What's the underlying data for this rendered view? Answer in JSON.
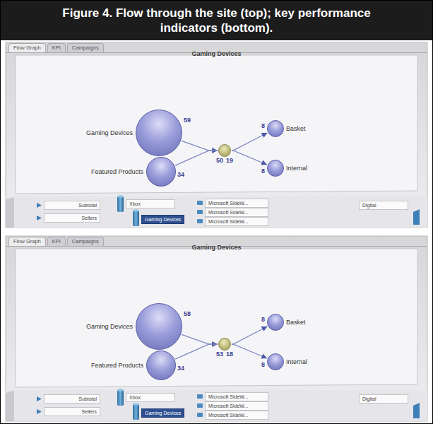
{
  "diagram": {
    "title": "Figure 4. Flow through the site (top); key performance indicators (bottom).",
    "nodes": [
      {
        "text": [
          "Gaming Devices"
        ]
      },
      {
        "text": [
          "Flow Graph"
        ],
        "in": 0
      },
      {
        "text": [
          "KPI"
        ],
        "in": 0
      },
      {
        "text": [
          "Campaigns"
        ],
        "in": 0
      },
      {
        "text": [
          "Gaming Devices",
          "59"
        ],
        "in": 0
      },
      {
        "text": [
          "Featured Products",
          "34"
        ],
        "in": 0
      },
      {
        "text": [
          "50",
          "19"
        ],
        "in": 0
      },
      {
        "text": [
          "8",
          "Basket"
        ],
        "in": 0
      },
      {
        "text": [
          "8",
          "Internal"
        ],
        "in": 0
      },
      {
        "text": [
          "Subtotal"
        ],
        "in": 0
      },
      {
        "text": [
          "Sellers"
        ],
        "in": 0
      },
      {
        "text": [
          "Xbox"
        ],
        "in": 0
      },
      {
        "text": [
          "Gaming Devices"
        ],
        "in": 0
      },
      {
        "text": [
          "Microsoft SideW..."
        ],
        "in": 0
      },
      {
        "text": [
          "Microsoft SideW..."
        ],
        "in": 0
      },
      {
        "text": [
          "Microsoft SideW..."
        ],
        "in": 0
      },
      {
        "text": [
          "Digital"
        ],
        "in": 0
      },
      {
        "text": [
          "Gaming Devices"
        ]
      },
      {
        "text": [
          "Flow Graph"
        ],
        "in": 17
      },
      {
        "text": [
          "KPI"
        ],
        "in": 17
      },
      {
        "text": [
          "Campaigns"
        ],
        "in": 17
      },
      {
        "text": [
          "Gaming Devices",
          "58"
        ],
        "in": 17
      },
      {
        "text": [
          "Featured Products",
          "34"
        ],
        "in": 17
      },
      {
        "text": [
          "53",
          "18"
        ],
        "in": 17
      },
      {
        "text": [
          "8",
          "Basket"
        ],
        "in": 17
      },
      {
        "text": [
          "8",
          "Internal"
        ],
        "in": 17
      },
      {
        "text": [
          "Subtotal"
        ],
        "in": 17
      },
      {
        "text": [
          "Sellers"
        ],
        "in": 17
      },
      {
        "text": [
          "Xbox"
        ],
        "in": 17
      },
      {
        "text": [
          "Gaming Devices"
        ],
        "in": 17
      },
      {
        "text": [
          "Microsoft SideW..."
        ],
        "in": 17
      },
      {
        "text": [
          "Microsoft SideW..."
        ],
        "in": 17
      },
      {
        "text": [
          "Microsoft SideW..."
        ],
        "in": 17
      },
      {
        "text": [
          "Digital"
        ],
        "in": 17
      }
    ],
    "edges": [
      {
        "from": 4,
        "to": 6,
        "arrow": "to"
      },
      {
        "from": 5,
        "to": 6,
        "arrow": "none"
      },
      {
        "from": 6,
        "to": 7,
        "arrow": "to"
      },
      {
        "from": 6,
        "to": 8,
        "arrow": "to"
      },
      {
        "from": 21,
        "to": 23,
        "arrow": "to"
      },
      {
        "from": 22,
        "to": 23,
        "arrow": "none"
      },
      {
        "from": 23,
        "to": 24,
        "arrow": "to"
      },
      {
        "from": 23,
        "to": 25,
        "arrow": "to"
      }
    ]
  }
}
